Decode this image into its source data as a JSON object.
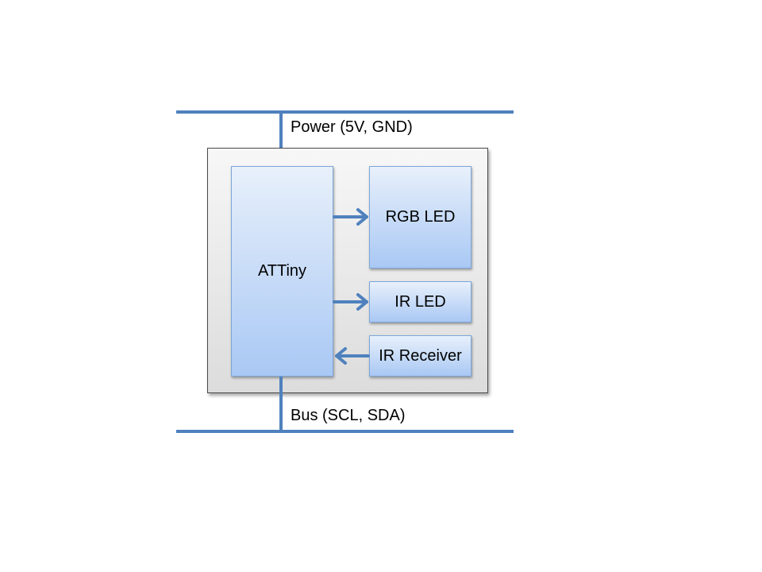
{
  "diagram": {
    "power_label": "Power (5V, GND)",
    "bus_label": "Bus (SCL, SDA)",
    "blocks": {
      "mcu": "ATTiny",
      "rgb_led": "RGB LED",
      "ir_led": "IR LED",
      "ir_receiver": "IR Receiver"
    },
    "connections": [
      {
        "from": "ATTiny",
        "to": "RGB LED"
      },
      {
        "from": "ATTiny",
        "to": "IR LED"
      },
      {
        "from": "IR Receiver",
        "to": "ATTiny"
      }
    ],
    "colors": {
      "line": "#4f81bd",
      "block_top": "#e8f0fb",
      "block_bottom": "#a9c8f4",
      "module_border": "#4a4a4a"
    }
  }
}
